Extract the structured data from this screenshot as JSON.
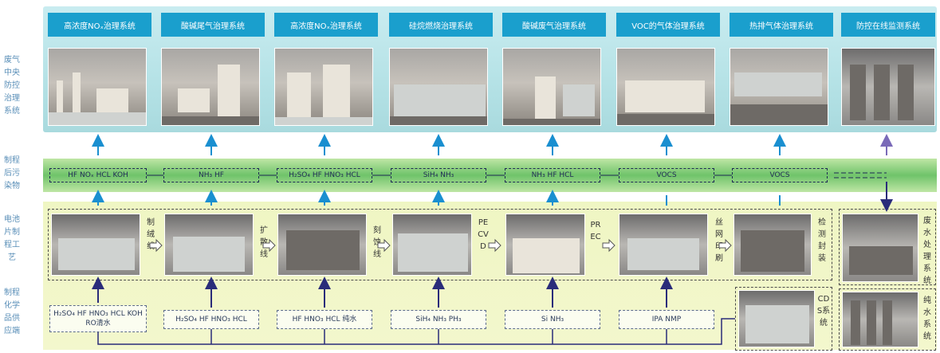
{
  "rows": {
    "waste_gas": "废气中央防控治理系统",
    "pollutants": "制程后污染物",
    "cell_process": "电池片制程工艺",
    "chemicals": "制程化学品供应端"
  },
  "systems": [
    "高浓度NOₓ治理系统",
    "酸碱尾气治理系统",
    "高浓度NOₓ治理系统",
    "硅烷燃烧治理系统",
    "酸碱废气治理系统",
    "VOC的气体治理系统",
    "热排气体治理系统",
    "防控在线监测系统"
  ],
  "pollutants": [
    "HF NOₓ HCL KOH",
    "NH₃ HF",
    "H₂SO₄  HF  HNO₃ HCL",
    "SiH₄ NH₃",
    "NH₃ HF HCL",
    "VOCS",
    "VOCS"
  ],
  "processes": [
    "制绒线",
    "扩散线",
    "刻蚀线",
    "PECVD",
    "PREC",
    "丝网印刷",
    "检测封装"
  ],
  "chemicals": [
    "H₂SO₄  HF  HNO₃ HCL KOH RO清水",
    "H₂SO₄  HF  HNO₃ HCL",
    "HF  HNO₃ HCL 纯水",
    "SiH₄ NH₃ PH₃",
    "Si NH₃",
    "IPA NMP"
  ],
  "side_systems": {
    "wastewater": "废水处理系统",
    "cds": "CDS系统",
    "pure_water": "纯水系统"
  },
  "colors": {
    "title_bg": "#1a9fcd",
    "arrow_blue": "#1a8fd0",
    "arrow_dark": "#2a2c7a",
    "arrow_purple": "#7a6ab8",
    "mid_band": "#6fc36a",
    "top_band": "#b5e2e6",
    "bottom_band": "#f3f7cd"
  }
}
